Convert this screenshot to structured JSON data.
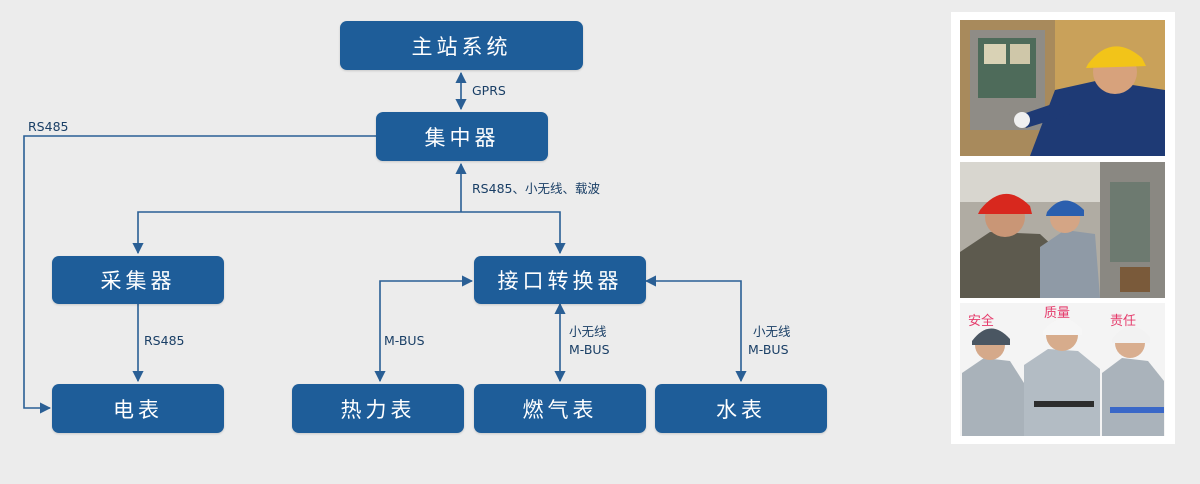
{
  "diagram": {
    "nodes": {
      "master_station": "主站系统",
      "concentrator": "集中器",
      "collector": "采集器",
      "interface_converter": "接口转换器",
      "electric_meter": "电表",
      "heat_meter": "热力表",
      "gas_meter": "燃气表",
      "water_meter": "水表"
    },
    "labels": {
      "gprs": "GPRS",
      "rs485_left": "RS485",
      "concentrator_down": "RS485、小无线、载波",
      "collector_down": "RS485",
      "heat_mbus": "M-BUS",
      "gas_line1": "小无线",
      "gas_line2": "M-BUS",
      "water_line1": "小无线",
      "water_line2": "M-BUS"
    },
    "line_color": "#2a5f95"
  },
  "photos": {
    "top_icon": "worker-yellow-helmet-meter-photo",
    "middle_icon": "workers-red-blue-helmet-meter-photo",
    "bottom_icon": "three-workers-safety-quality-responsibility-photo",
    "bottom_signs": [
      "安全",
      "质量",
      "责任"
    ]
  }
}
